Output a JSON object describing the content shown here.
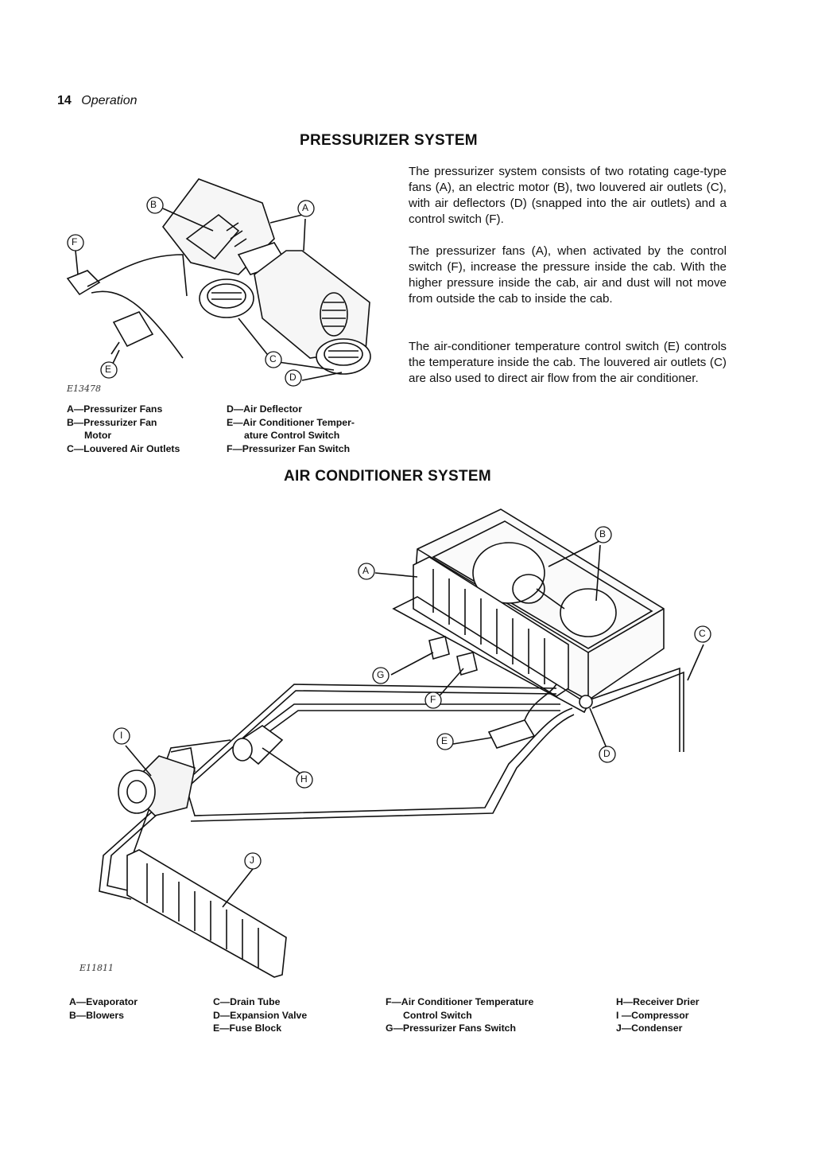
{
  "header": {
    "page_number": "14",
    "section": "Operation"
  },
  "pressurizer": {
    "title": "PRESSURIZER SYSTEM",
    "paragraphs": [
      "The pressurizer system consists of two rotating cage-type fans (A), an electric motor (B), two louvered air outlets (C), with air deflectors (D) (snapped into the air outlets) and a control switch (F).",
      "The pressurizer fans (A), when activated by the control switch (F), increase the pressure inside the cab. With the higher pressure inside the cab, air and dust will not move from outside the cab to inside the cab.",
      "The air-conditioner temperature control switch (E) controls the temperature inside the cab. The louvered air outlets (C) are also used to direct air flow from the air conditioner."
    ],
    "figure_id": "E13478",
    "callouts": [
      "A",
      "B",
      "C",
      "D",
      "E",
      "F"
    ],
    "legend": {
      "col1": [
        "A—Pressurizer Fans",
        "B—Pressurizer Fan",
        "Motor",
        "C—Louvered Air Outlets"
      ],
      "col2": [
        "D—Air Deflector",
        "E—Air Conditioner Temper-",
        "ature Control Switch",
        "F—Pressurizer Fan Switch"
      ]
    }
  },
  "air_conditioner": {
    "title": "AIR CONDITIONER SYSTEM",
    "figure_id": "E11811",
    "callouts": [
      "A",
      "B",
      "C",
      "D",
      "E",
      "F",
      "G",
      "H",
      "I",
      "J"
    ],
    "legend": {
      "col1": [
        "A—Evaporator",
        "B—Blowers"
      ],
      "col2": [
        "C—Drain Tube",
        "D—Expansion Valve",
        "E—Fuse Block"
      ],
      "col3": [
        "F—Air Conditioner Temperature",
        "Control Switch",
        "G—Pressurizer Fans Switch"
      ],
      "col4": [
        "H—Receiver Drier",
        "I —Compressor",
        "J—Condenser"
      ]
    }
  }
}
